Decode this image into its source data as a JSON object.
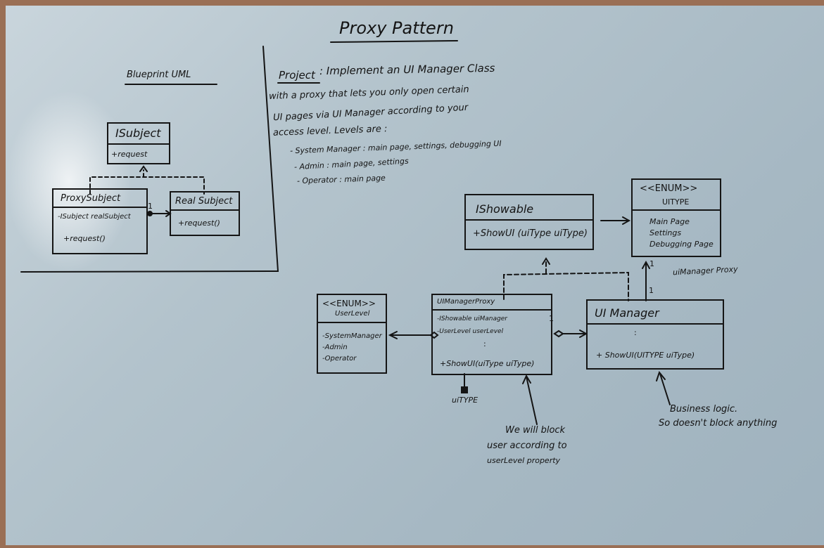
{
  "title": "Proxy Pattern",
  "blueprint": {
    "heading": "Blueprint UML",
    "isubject": {
      "name": "ISubject",
      "method": "+request"
    },
    "proxy_subject": {
      "name": "ProxySubject",
      "field": "-ISubject realSubject",
      "method": "+request()"
    },
    "real_subject": {
      "name": "Real Subject",
      "method": "+request()"
    },
    "multiplicity": "1"
  },
  "project": {
    "label": "Project",
    "lines": [
      ": Implement an UI Manager Class",
      "with a proxy that lets you only open certain",
      "UI pages via UI Manager according to your",
      "access level. Levels are :"
    ],
    "levels": [
      "- System Manager : main page, settings, debugging UI",
      "- Admin : main page, settings",
      "- Operator : main page"
    ]
  },
  "ishowable": {
    "name": "IShowable",
    "method": "+ShowUI (uiType uiType)"
  },
  "uitype_enum": {
    "stereotype": "<<ENUM>>",
    "name": "UITYPE",
    "values": [
      "Main Page",
      "Settings",
      "Debugging Page"
    ]
  },
  "userlevel_enum": {
    "stereotype": "<<ENUM>>",
    "name": "UserLevel",
    "values": [
      "-SystemManager",
      "-Admin",
      "-Operator"
    ]
  },
  "uimanager_proxy": {
    "name": "UIManagerProxy",
    "fields": [
      "-IShowable uiManager",
      "-UserLevel userLevel"
    ],
    "method": "+ShowUI(uiType uiType)"
  },
  "uimanager": {
    "name": "UI Manager",
    "method": "+ ShowUI(UITYPE uiType)"
  },
  "labels": {
    "uitype_param": "uiTYPE",
    "uimanager_proxy_note": "uiManager Proxy",
    "mult_a": "1",
    "mult_b": "1",
    "mult_c": "1",
    "dots": ":"
  },
  "notes": {
    "block": [
      "We will block",
      "user according to",
      "userLevel property"
    ],
    "business": [
      "Business logic.",
      "So doesn't block anything"
    ]
  },
  "colors": {
    "ink": "#141414",
    "board": "#b3c3cc",
    "frame": "#9a6f55"
  }
}
